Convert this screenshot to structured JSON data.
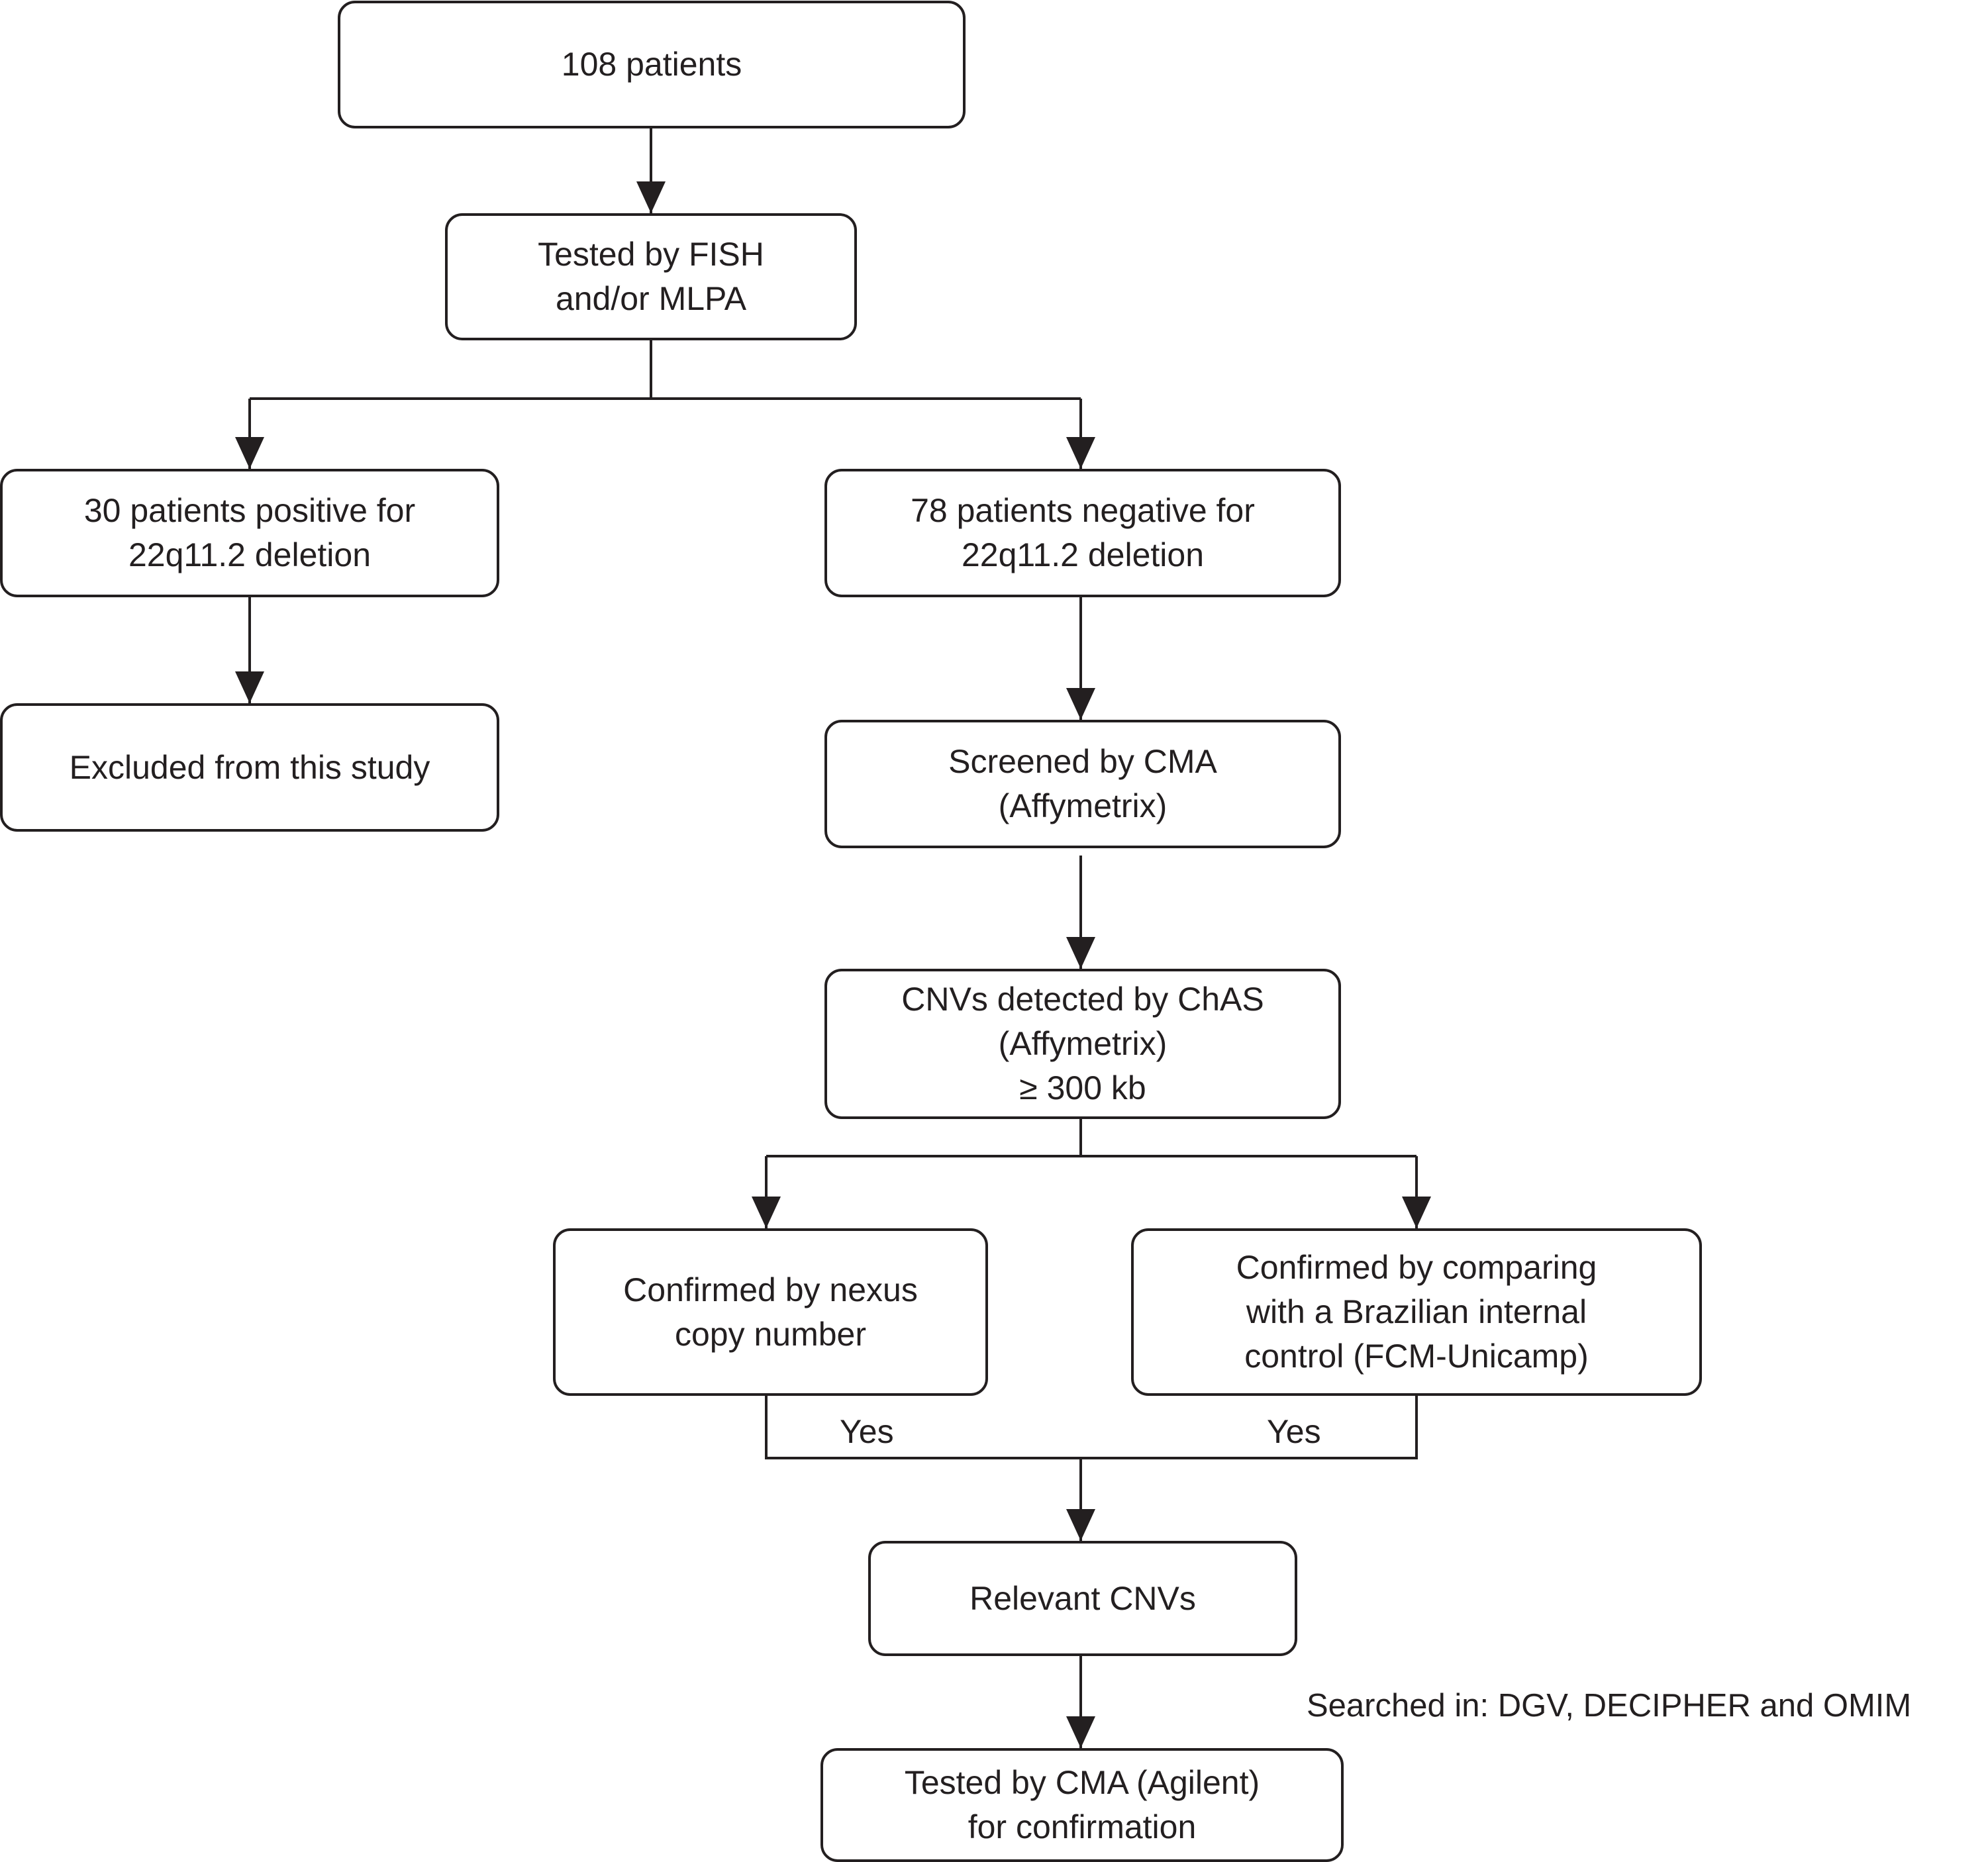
{
  "boxes": {
    "b108": {
      "lines": [
        "108 patients"
      ]
    },
    "tested": {
      "lines": [
        "Tested by FISH",
        "and/or MLPA"
      ]
    },
    "pos": {
      "lines": [
        "30 patients positive for",
        "22q11.2 deletion"
      ]
    },
    "neg": {
      "lines": [
        "78 patients negative for",
        "22q11.2 deletion"
      ]
    },
    "excluded": {
      "lines": [
        "Excluded from this study"
      ]
    },
    "screened": {
      "lines": [
        "Screened by CMA",
        "(Affymetrix)"
      ]
    },
    "cnvs": {
      "lines": [
        "CNVs detected by ChAS",
        "(Affymetrix)",
        "≥ 300 kb"
      ]
    },
    "nexus": {
      "lines": [
        "Confirmed by nexus",
        "copy number"
      ]
    },
    "brazil": {
      "lines": [
        "Confirmed by comparing",
        "with a Brazilian internal",
        "control (FCM-Unicamp)"
      ]
    },
    "relevant": {
      "lines": [
        "Relevant CNVs"
      ]
    },
    "agilent": {
      "lines": [
        "Tested by CMA (Agilent)",
        "for confirmation"
      ]
    }
  },
  "labels": {
    "yes_left": "Yes",
    "yes_right": "Yes",
    "searched": "Searched in: DGV, DECIPHER and OMIM"
  }
}
